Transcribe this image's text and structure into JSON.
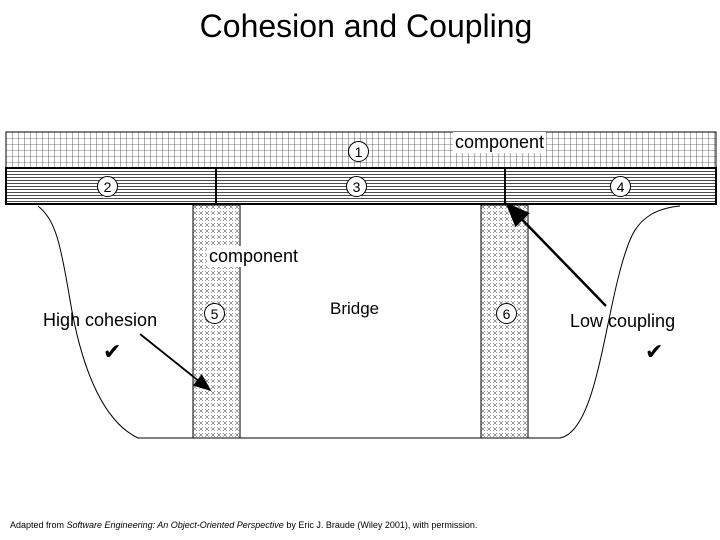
{
  "title": "Cohesion and Coupling",
  "labels": {
    "component_top": "component",
    "component_mid": "component",
    "bridge": "Bridge",
    "high_cohesion": "High cohesion",
    "low_coupling": "Low coupling",
    "check_mark": "✔"
  },
  "numbers": [
    "1",
    "2",
    "3",
    "4",
    "5",
    "6"
  ],
  "footer": {
    "prefix": "Adapted from ",
    "book": "Software Engineering: An Object-Oriented Perspective",
    "suffix": " by Eric J. Braude (Wiley 2001), with permission."
  }
}
